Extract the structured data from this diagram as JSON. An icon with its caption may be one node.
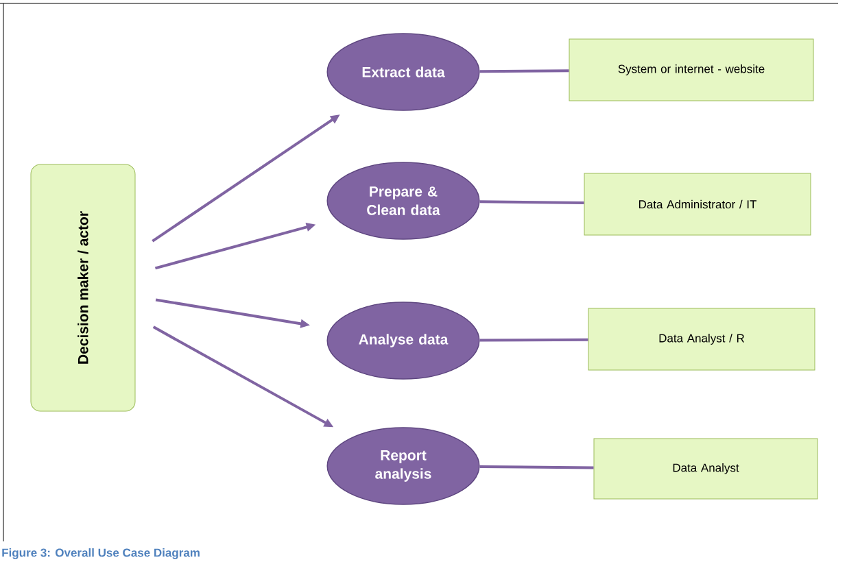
{
  "diagram": {
    "caption": "Figure 3: Overall Use Case Diagram",
    "nodes": [
      {
        "text": [
          "Decision maker / actor"
        ]
      },
      {
        "text": [
          "Extract data"
        ]
      },
      {
        "text": [
          "System or internet - website"
        ]
      },
      {
        "text": [
          "Prepare & Clean data"
        ]
      },
      {
        "text": [
          "Data Administrator / IT"
        ]
      },
      {
        "text": [
          "Analyse data"
        ]
      },
      {
        "text": [
          "Data Analyst / R"
        ]
      },
      {
        "text": [
          "Report analysis"
        ]
      },
      {
        "text": [
          "Data Analyst"
        ]
      }
    ],
    "edges": [
      {
        "from": 0,
        "to": 1,
        "arrow": "to"
      },
      {
        "from": 0,
        "to": 3,
        "arrow": "to"
      },
      {
        "from": 0,
        "to": 5,
        "arrow": "to"
      },
      {
        "from": 0,
        "to": 7,
        "arrow": "to"
      },
      {
        "from": 1,
        "to": 2,
        "arrow": "none"
      },
      {
        "from": 3,
        "to": 4,
        "arrow": "none"
      },
      {
        "from": 5,
        "to": 6,
        "arrow": "none"
      },
      {
        "from": 7,
        "to": 8,
        "arrow": "none"
      }
    ]
  }
}
